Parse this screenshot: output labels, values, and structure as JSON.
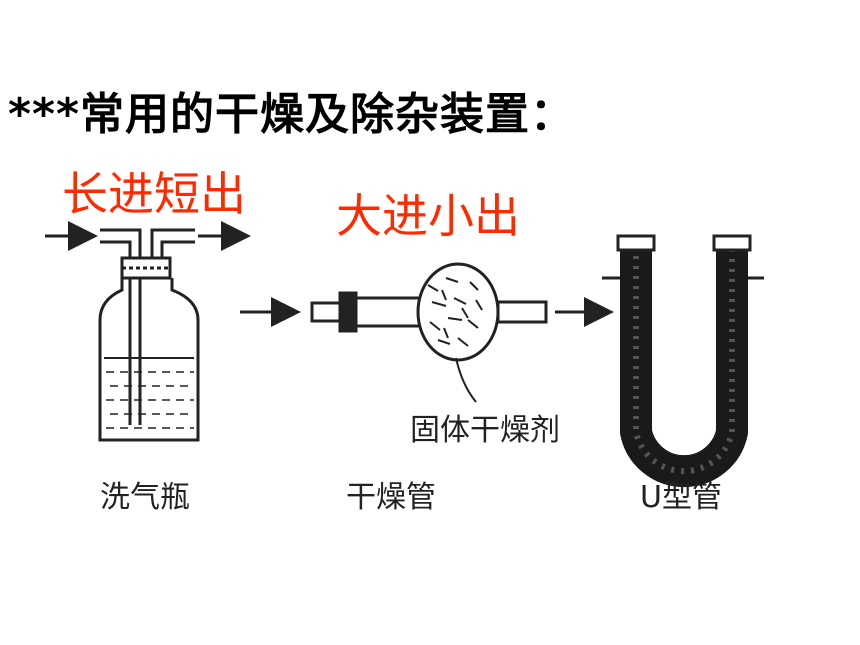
{
  "title": "***常用的干燥及除杂装置：",
  "labels": {
    "long_in_short_out": "长进短出",
    "big_in_small_out": "大进小出"
  },
  "captions": {
    "gas_bottle": "洗气瓶",
    "drying_tube": "干燥管",
    "u_tube": "U型管",
    "solid_desiccant": "固体干燥剂"
  },
  "colors": {
    "accent_text": "#ff2a00",
    "drawing": "#222222"
  }
}
